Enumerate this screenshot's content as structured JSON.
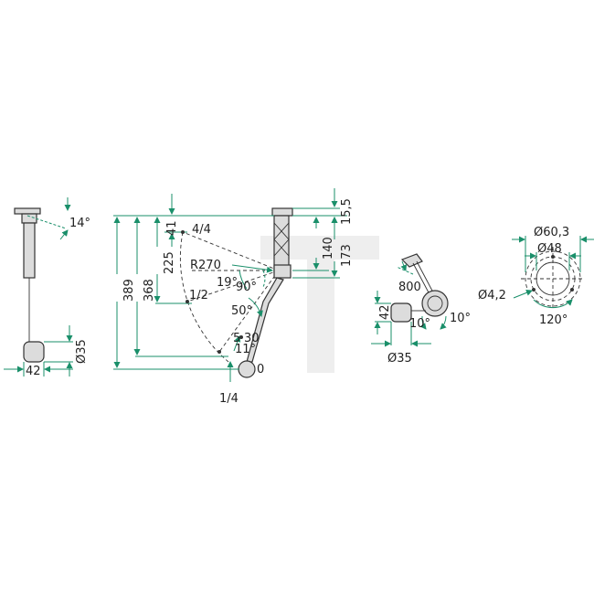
{
  "colors": {
    "dimension": "#1a8f6a",
    "part": "#333333",
    "background": "#ffffff"
  },
  "watermark": {
    "text": "T",
    "color": "#eeeeee"
  },
  "view_side": {
    "angle": "14°",
    "height": "Ø35",
    "width": "42"
  },
  "view_main": {
    "total_height": "389",
    "float_height": "368",
    "mid_height": "225",
    "top_offset": "41",
    "radius": "R270",
    "head_depth": "15,5",
    "arm_140": "140",
    "arm_173": "173",
    "angle_19": "19°",
    "angle_90": "90°",
    "angle_50": "50°",
    "angle_11": "11°",
    "mark_quarter_top": "4/4",
    "mark_half": "1/2",
    "mark_quarter_bottom": "1/4",
    "value_5": "5",
    "value_30": "30",
    "value_0": "0"
  },
  "view_float": {
    "length": "800",
    "height": "42",
    "diameter": "Ø35",
    "angle_left": "10°",
    "angle_right": "10°"
  },
  "view_flange": {
    "outer": "Ø60,3",
    "inner": "Ø48",
    "hole": "Ø4,2",
    "spacing": "120°"
  }
}
